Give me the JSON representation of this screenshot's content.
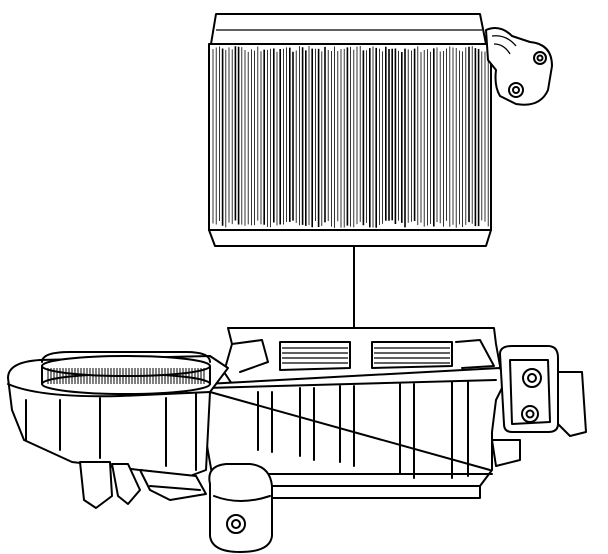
{
  "diagram": {
    "kind": "exploded-view",
    "parts": [
      {
        "id": "evaporator-core",
        "label": ""
      },
      {
        "id": "hvac-module-housing",
        "label": ""
      },
      {
        "id": "blower-fan",
        "label": ""
      }
    ],
    "colors": {
      "line": "#000000",
      "background": "#ffffff"
    }
  }
}
